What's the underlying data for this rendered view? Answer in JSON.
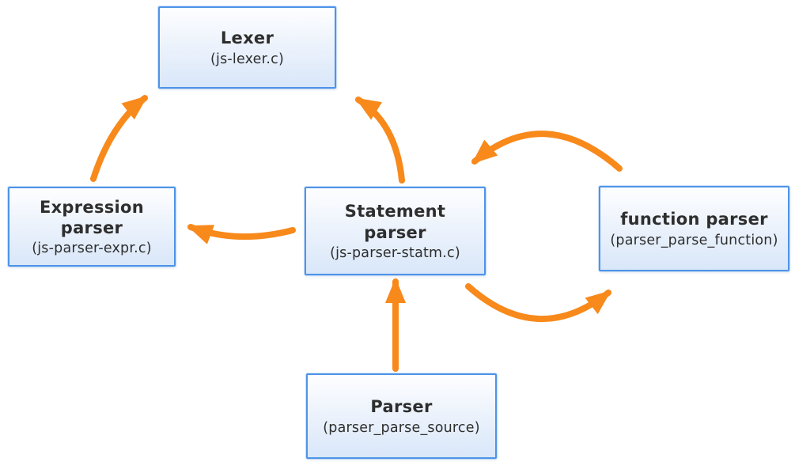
{
  "colors": {
    "arrow": "#F8891B",
    "node_border": "#4E94E8",
    "node_fill_top": "#FEFEFF",
    "node_fill_bottom": "#D9E7F9",
    "text": "#2E2E2E"
  },
  "nodes": {
    "lexer": {
      "title": "Lexer",
      "subtitle": "(js-lexer.c)"
    },
    "expression_parser": {
      "title": [
        "Expression",
        "parser"
      ],
      "subtitle": "(js-parser-expr.c)"
    },
    "statement_parser": {
      "title": [
        "Statement",
        "parser"
      ],
      "subtitle": "(js-parser-statm.c)"
    },
    "function_parser": {
      "title": "function parser",
      "subtitle": "(parser_parse_function)"
    },
    "parser": {
      "title": "Parser",
      "subtitle": "(parser_parse_source)"
    }
  },
  "edges": [
    {
      "name": "expression-parser-to-lexer",
      "from": "expression_parser",
      "to": "lexer"
    },
    {
      "name": "statement-parser-to-lexer",
      "from": "statement_parser",
      "to": "lexer"
    },
    {
      "name": "statement-parser-to-expression-parser",
      "from": "statement_parser",
      "to": "expression_parser"
    },
    {
      "name": "function-parser-to-statement-parser",
      "from": "function_parser",
      "to": "statement_parser"
    },
    {
      "name": "statement-parser-to-function-parser",
      "from": "statement_parser",
      "to": "function_parser"
    },
    {
      "name": "parser-to-statement-parser",
      "from": "parser",
      "to": "statement_parser"
    }
  ]
}
